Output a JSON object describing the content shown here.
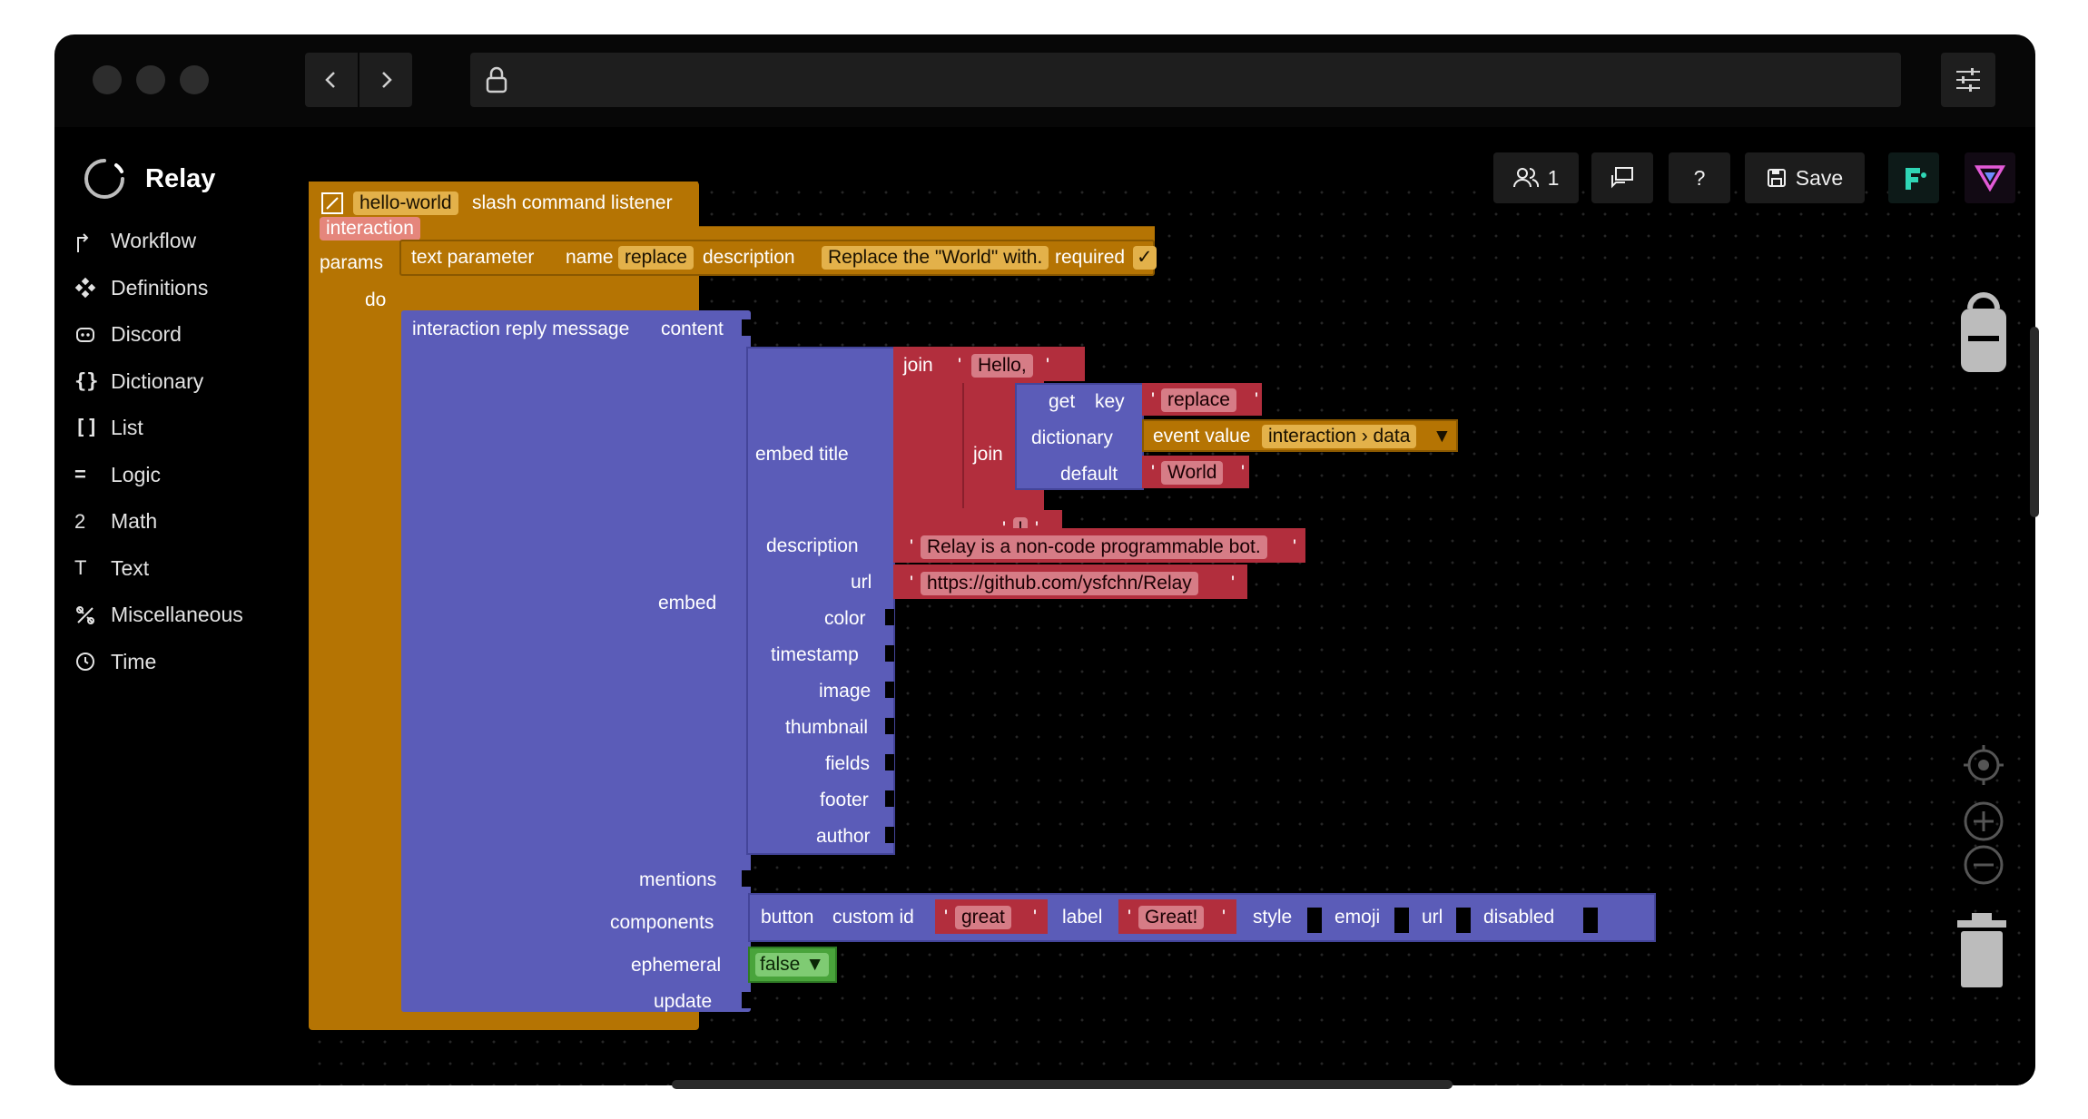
{
  "app": {
    "name": "Relay"
  },
  "sidebar": {
    "items": [
      {
        "label": "Workflow",
        "icon": "workflow-icon"
      },
      {
        "label": "Definitions",
        "icon": "definitions-icon"
      },
      {
        "label": "Discord",
        "icon": "discord-icon"
      },
      {
        "label": "Dictionary",
        "icon": "dictionary-icon"
      },
      {
        "label": "List",
        "icon": "list-icon"
      },
      {
        "label": "Logic",
        "icon": "logic-icon"
      },
      {
        "label": "Math",
        "icon": "math-icon"
      },
      {
        "label": "Text",
        "icon": "text-icon"
      },
      {
        "label": "Miscellaneous",
        "icon": "miscellaneous-icon"
      },
      {
        "label": "Time",
        "icon": "time-icon"
      }
    ]
  },
  "toolbar": {
    "users_count": "1",
    "help_label": "?",
    "save_label": "Save"
  },
  "blocks": {
    "listener": {
      "command_name": "hello-world",
      "label": "slash command listener",
      "var": "interaction",
      "params_label": "params",
      "do_label": "do"
    },
    "param": {
      "type_label": "text parameter",
      "name_label": "name",
      "name_value": "replace",
      "desc_label": "description",
      "desc_value": "Replace the \"World\" with.",
      "required_label": "required",
      "required_check": "✓"
    },
    "reply": {
      "label": "interaction reply message",
      "content_label": "content",
      "embed_label": "embed",
      "mentions_label": "mentions",
      "components_label": "components",
      "ephemeral_label": "ephemeral",
      "update_label": "update"
    },
    "embed": {
      "title_label": "embed   title",
      "description_label": "description",
      "url_label": "url",
      "color_label": "color",
      "timestamp_label": "timestamp",
      "image_label": "image",
      "thumbnail_label": "thumbnail",
      "fields_label": "fields",
      "footer_label": "footer",
      "author_label": "author"
    },
    "join_outer": {
      "label": "join",
      "hello": "Hello, "
    },
    "join_inner": {
      "label": "join",
      "bang": "!"
    },
    "get": {
      "get_label": "get",
      "key_label": "key",
      "key_value": "replace",
      "dict_label": "dictionary",
      "default_label": "default",
      "default_value": "World"
    },
    "event": {
      "label": "event value",
      "value": "interaction › data"
    },
    "description_value": "Relay is a non-code programmable bot.",
    "url_value": "https://github.com/ysfchn/Relay",
    "button": {
      "label": "button",
      "custom_id_label": "custom id",
      "custom_id_value": "great",
      "label_label": "label",
      "label_value": "Great!",
      "style_label": "style",
      "emoji_label": "emoji",
      "url_label": "url",
      "disabled_label": "disabled"
    },
    "ephemeral_value": "false"
  },
  "colors": {
    "event": "#b57403",
    "discord": "#5b5cb8",
    "text": "#b22e3d",
    "logic": "#49a43b"
  }
}
